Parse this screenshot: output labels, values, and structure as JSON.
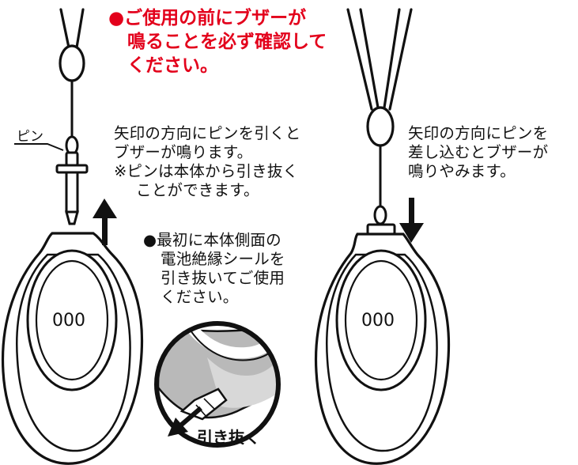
{
  "colors": {
    "warning": "#e3001b",
    "line": "#111111",
    "light_gray": "#d8d8d8",
    "mid_gray": "#b9b9b9"
  },
  "icons": {
    "arrow_up": "up-arrow-icon",
    "arrow_down": "down-arrow-icon",
    "arrow_pull": "pull-out-arrow-icon",
    "bullet": "filled-circle-bullet"
  },
  "warning": {
    "bullet": "●",
    "line1": "ご使用の前にブザーが",
    "line2": "鳴ることを必ず確認して",
    "line3": "ください。"
  },
  "pin_label": "ピン",
  "pull_pin_instruction": {
    "line1": "矢印の方向にピンを引くと",
    "line2": "ブザーが鳴ります。",
    "line3": "※ピンは本体から引き抜く",
    "line4": "ことができます。"
  },
  "insert_pin_instruction": {
    "line1": "矢印の方向にピンを",
    "line2": "差し込むとブザーが",
    "line3": "鳴りやみます。"
  },
  "first_use_note": {
    "line1": "●最初に本体側面の",
    "line2": "電池絶縁シールを",
    "line3": "引き抜いてご使用",
    "line4": "ください。"
  },
  "pull_out_label": "引き抜く",
  "device_face_left": "000",
  "device_face_right": "000"
}
